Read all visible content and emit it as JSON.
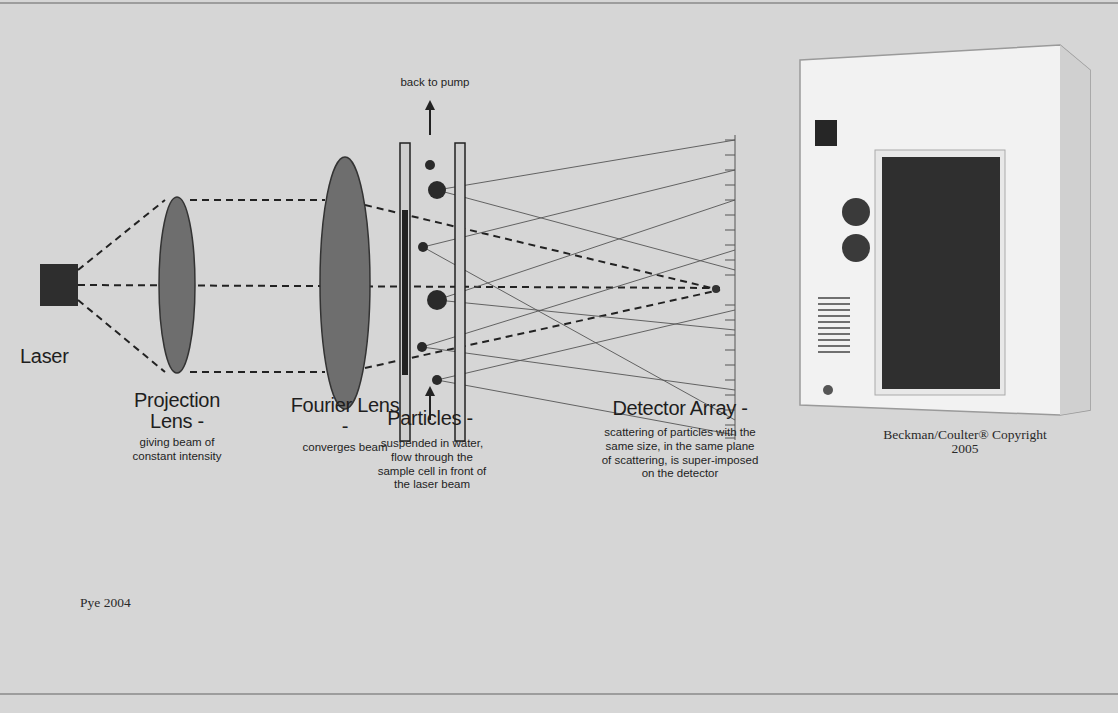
{
  "diagram": {
    "labels": [
      "back to pump",
      "Laser",
      "Projection Lens -",
      "giving beam of constant intensity",
      "Fourier Lens -",
      "converges beam",
      "Particles -",
      "suspended in water, flow through the sample cell in front of the laser beam",
      "Detector Array -",
      "scattering of particles with the same size, in the same plane of scattering, is super-imposed on the detector",
      "Beckman/Coulter® Copyright 2005",
      "Pye 2004"
    ]
  }
}
